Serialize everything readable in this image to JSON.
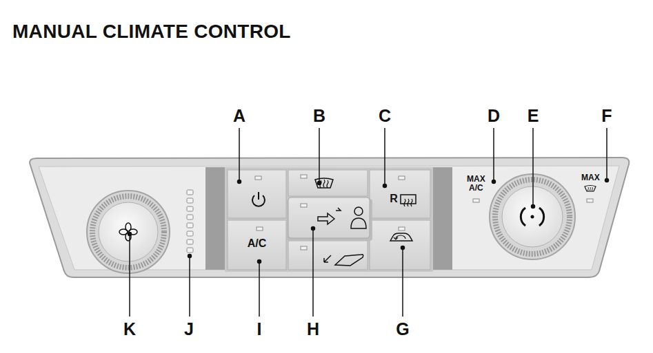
{
  "diagram": {
    "title": "MANUAL CLIMATE CONTROL",
    "nodes": [
      {
        "text": [
          "MAX A/C",
          "MAX"
        ]
      },
      {
        "text": [
          "A/C"
        ],
        "in": 0
      },
      {
        "text": [
          "R"
        ],
        "in": 0
      }
    ],
    "labels": [
      "A",
      "B",
      "C",
      "D",
      "E",
      "F",
      "K",
      "J",
      "I",
      "H",
      "G"
    ]
  }
}
